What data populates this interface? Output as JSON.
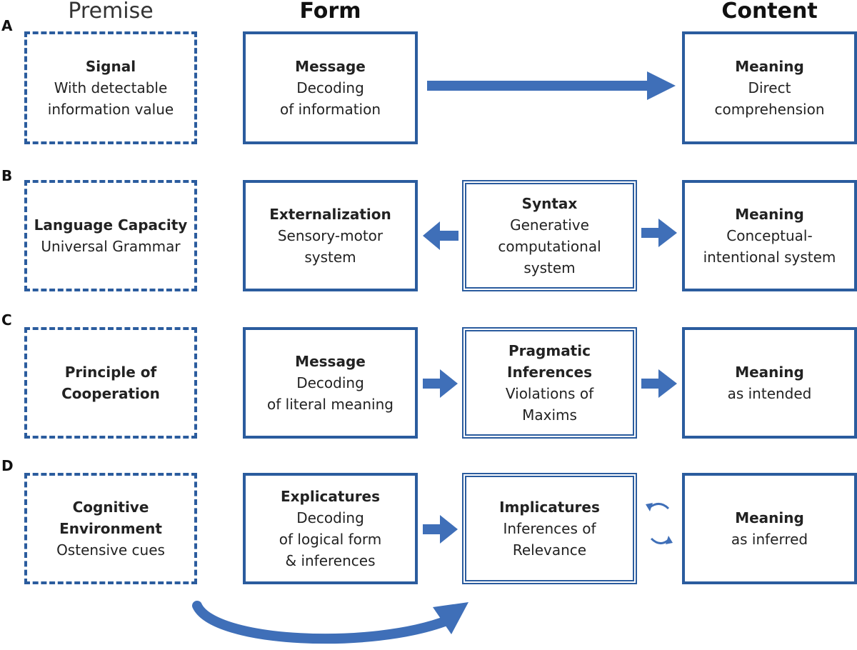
{
  "headers": {
    "premise": "Premise",
    "form": "Form",
    "content": "Content"
  },
  "rows": [
    {
      "label": "A",
      "premise": {
        "title": "Signal",
        "text": "With detectable\ninformation value"
      },
      "form": {
        "title": "Message",
        "text": "Decoding\nof information"
      },
      "content": {
        "title": "Meaning",
        "text": "Direct\ncomprehension"
      }
    },
    {
      "label": "B",
      "premise": {
        "title": "Language Capacity",
        "text": "Universal Grammar"
      },
      "form": {
        "title": "Externalization",
        "text": "Sensory-motor\nsystem"
      },
      "middle": {
        "title": "Syntax",
        "text": "Generative\ncomputational\nsystem"
      },
      "content": {
        "title": "Meaning",
        "text": "Conceptual-\nintentional system"
      }
    },
    {
      "label": "C",
      "premise": {
        "title": "Principle of\nCooperation",
        "text": ""
      },
      "form": {
        "title": "Message",
        "text": "Decoding\nof literal meaning"
      },
      "middle": {
        "title": "Pragmatic\nInferences",
        "text": "Violations of\nMaxims"
      },
      "content": {
        "title": "Meaning",
        "text": "as intended"
      }
    },
    {
      "label": "D",
      "premise": {
        "title": "Cognitive\nEnvironment",
        "text": "Ostensive cues"
      },
      "form": {
        "title": "Explicatures",
        "text": "Decoding\nof logical form\n& inferences"
      },
      "middle": {
        "title": "Implicatures",
        "text": "Inferences of\nRelevance"
      },
      "content": {
        "title": "Meaning",
        "text": "as inferred"
      }
    }
  ],
  "colors": {
    "accent": "#2b5c9e"
  }
}
